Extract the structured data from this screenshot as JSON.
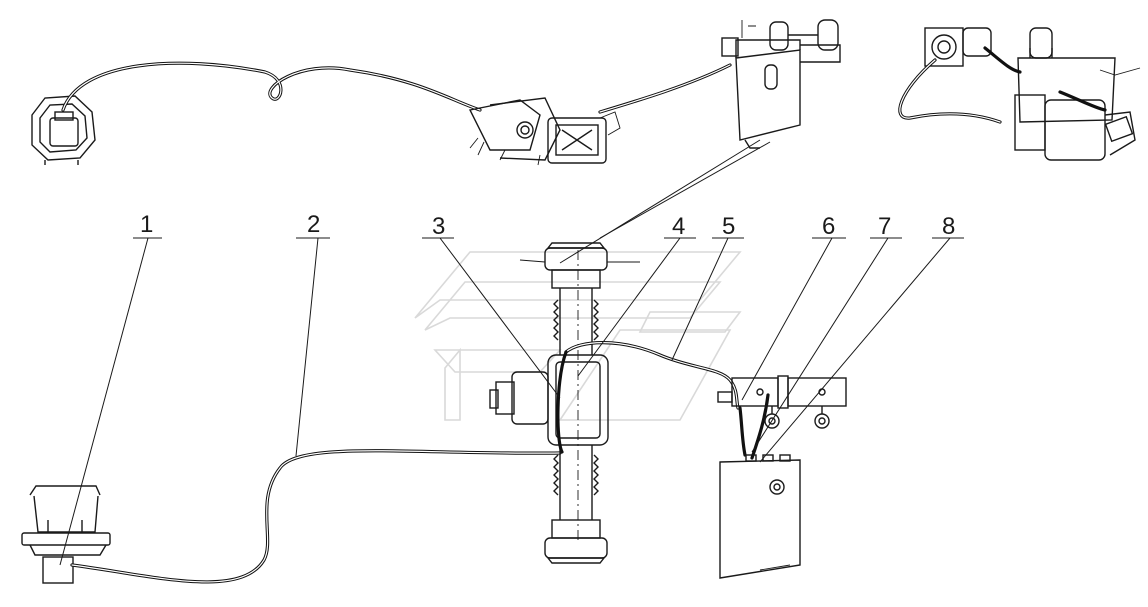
{
  "callouts": [
    {
      "number": "1"
    },
    {
      "number": "2"
    },
    {
      "number": "3"
    },
    {
      "number": "4"
    },
    {
      "number": "5"
    },
    {
      "number": "6"
    },
    {
      "number": "7"
    },
    {
      "number": "8"
    }
  ],
  "colors": {
    "line": "#1a1a1a",
    "background": "#ffffff",
    "watermark": "#d9d9d9"
  }
}
